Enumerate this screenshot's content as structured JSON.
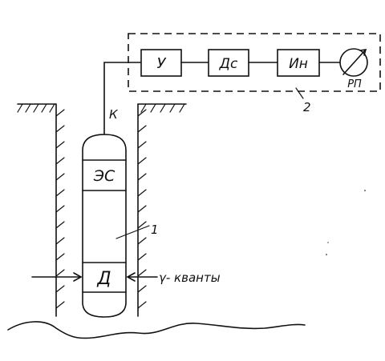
{
  "blocks": {
    "amplifier": "У",
    "discriminator": "Дс",
    "integrator": "Ин",
    "meter": "РП"
  },
  "probe": {
    "electronic_section": "ЭС",
    "detector": "Д"
  },
  "labels": {
    "cable": "К",
    "probe_number": "1",
    "surface_unit_number": "2",
    "gamma_quanta": "γ- кванты"
  }
}
